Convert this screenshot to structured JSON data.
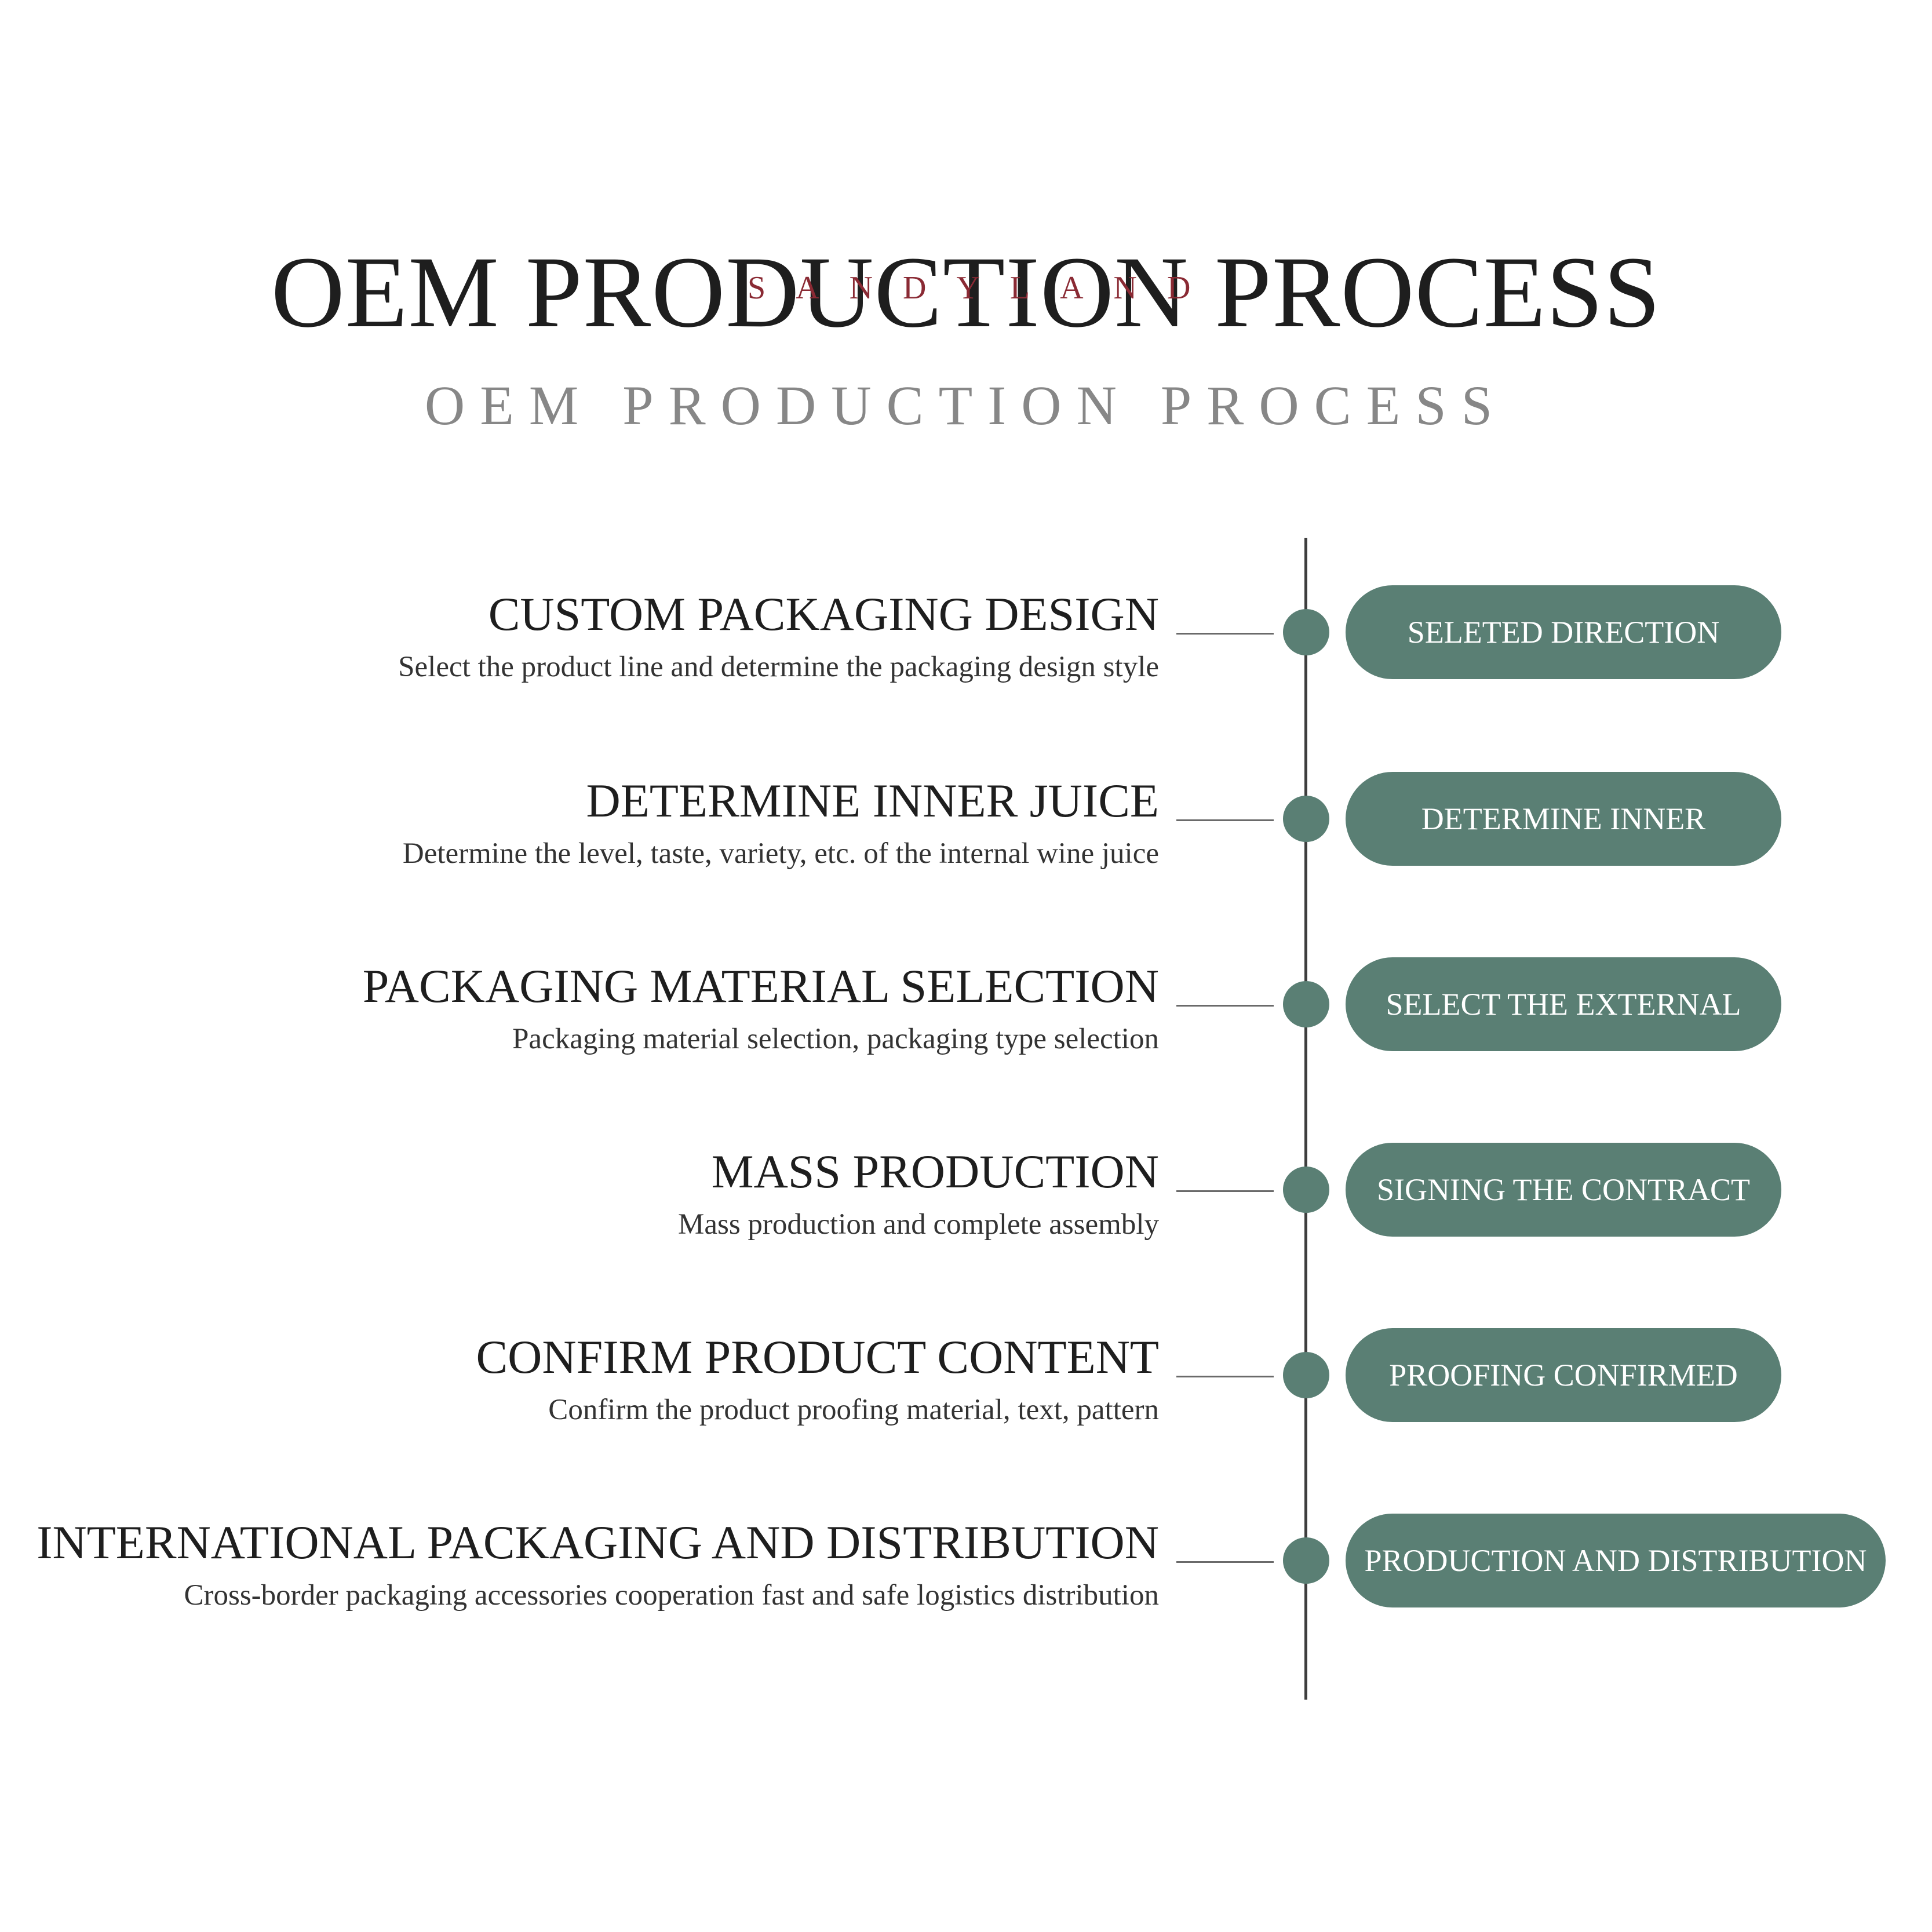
{
  "header": {
    "title": "OEM PRODUCTION PROCESS",
    "brand": "SANDYLAND",
    "subtitle": "OEM PRODUCTION PROCESS"
  },
  "steps": [
    {
      "title": "CUSTOM PACKAGING DESIGN",
      "description": "Select the product line and determine the packaging design style",
      "stage": "SELETED DIRECTION"
    },
    {
      "title": "DETERMINE INNER JUICE",
      "description": "Determine the level, taste, variety, etc. of the internal wine juice",
      "stage": "DETERMINE INNER"
    },
    {
      "title": "PACKAGING MATERIAL SELECTION",
      "description": "Packaging material selection, packaging type selection",
      "stage": "SELECT THE EXTERNAL"
    },
    {
      "title": "MASS PRODUCTION",
      "description": "Mass production and complete assembly",
      "stage": "SIGNING THE CONTRACT"
    },
    {
      "title": "CONFIRM PRODUCT CONTENT",
      "description": "Confirm the product proofing material, text, pattern",
      "stage": "PROOFING CONFIRMED"
    },
    {
      "title": "INTERNATIONAL PACKAGING AND DISTRIBUTION",
      "description": "Cross-border packaging accessories cooperation fast and safe logistics distribution",
      "stage": "PRODUCTION AND DISTRIBUTION"
    }
  ],
  "colors": {
    "accent": "#5a7f74",
    "brand": "#8a2a34",
    "title": "#1e1e1e",
    "subtitle": "#878787"
  }
}
